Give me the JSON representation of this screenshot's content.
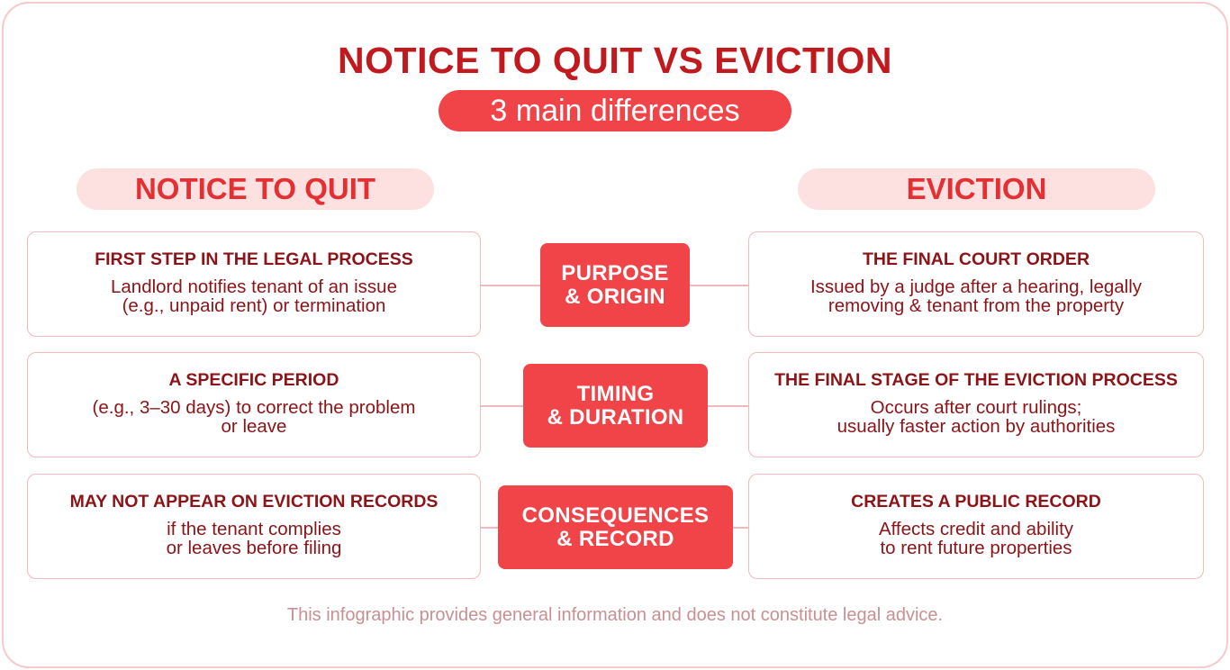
{
  "title": "NOTICE TO QUIT VS EVICTION",
  "subtitle": "3 main differences",
  "left_header": "NOTICE TO QUIT",
  "right_header": "EVICTION",
  "rows": [
    {
      "center": [
        "PURPOSE",
        "& ORIGIN"
      ],
      "left": {
        "title": "FIRST STEP IN THE LEGAL PROCESS",
        "body": "Landlord notifies tenant of an issue\n(e.g., unpaid rent) or termination"
      },
      "right": {
        "title": "THE FINAL COURT ORDER",
        "body": "Issued by a judge after a hearing, legally\nremoving & tenant from the property"
      }
    },
    {
      "center": [
        "TIMING",
        "& DURATION"
      ],
      "left": {
        "title": "A SPECIFIC PERIOD",
        "body": "(e.g., 3–30 days) to correct the problem\nor leave"
      },
      "right": {
        "title": "THE FINAL STAGE OF THE EVICTION PROCESS",
        "body": "Occurs after court rulings;\nusually faster action by authorities"
      }
    },
    {
      "center": [
        "CONSEQUENCES",
        "& RECORD"
      ],
      "left": {
        "title": "MAY NOT APPEAR ON EVICTION RECORDS",
        "body": "if the tenant complies\nor leaves before filing"
      },
      "right": {
        "title": "CREATES A PUBLIC RECORD",
        "body": "Affects credit and ability\nto rent future properties"
      }
    }
  ],
  "footer": "This infographic provides general information and does not constitute legal advice.",
  "colors": {
    "accent": "#f04448",
    "title": "#c0191e",
    "header_bg": "#fde1e1",
    "card_text": "#8c1418",
    "border": "#f2b9bc"
  }
}
